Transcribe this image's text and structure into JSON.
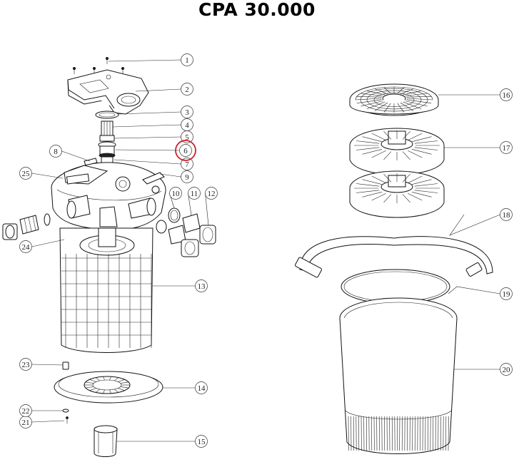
{
  "title": "CPA 30.000",
  "accent_color": "#d21f26",
  "highlighted_part": "6",
  "callouts": [
    "1",
    "2",
    "3",
    "4",
    "5",
    "6",
    "7",
    "8",
    "9",
    "10",
    "11",
    "12",
    "13",
    "14",
    "15",
    "16",
    "17",
    "18",
    "19",
    "20",
    "21",
    "22",
    "23",
    "24",
    "25"
  ]
}
